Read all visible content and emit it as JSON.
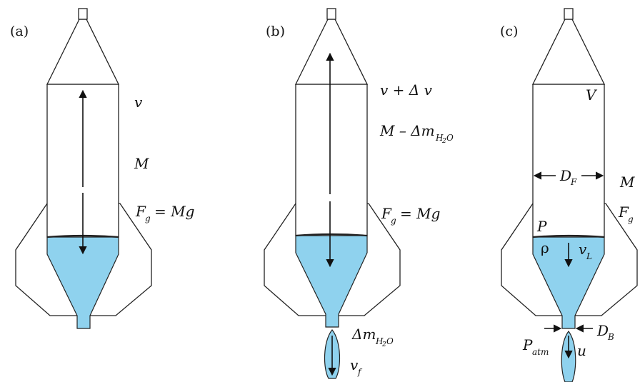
{
  "panels": [
    {
      "tag": "(a)",
      "labels": {
        "velocity": "v",
        "mass": "M",
        "force_symbol": "F",
        "force_sub": "g",
        "force_rhs": "= Mg"
      }
    },
    {
      "tag": "(b)",
      "labels": {
        "velocity": "v + Δ v",
        "mass_main": "M – Δm",
        "mass_sub": "H",
        "mass_sub2": "2",
        "mass_sub3": "O",
        "force_symbol": "F",
        "force_sub": "g",
        "force_rhs": "= Mg",
        "exhaust_mass": "Δm",
        "exhaust_sub": "H",
        "exhaust_sub2": "2",
        "exhaust_sub3": "O",
        "exhaust_velocity": "v",
        "exhaust_velocity_sub": "f"
      }
    },
    {
      "tag": "(c)",
      "labels": {
        "volume": "V",
        "mass": "M",
        "diameter": "D",
        "diameter_sub": "F",
        "force_symbol": "F",
        "force_sub": "g",
        "pressure": "P",
        "density": "ρ",
        "liquid_velocity": "v",
        "liquid_velocity_sub": "L",
        "nozzle_diameter": "D",
        "nozzle_diameter_sub": "B",
        "atm_pressure": "P",
        "atm_pressure_sub": "atm",
        "exit_velocity": "u"
      }
    }
  ],
  "colors": {
    "water": "#8fd2ee",
    "outline": "#222222",
    "background": "#ffffff"
  }
}
